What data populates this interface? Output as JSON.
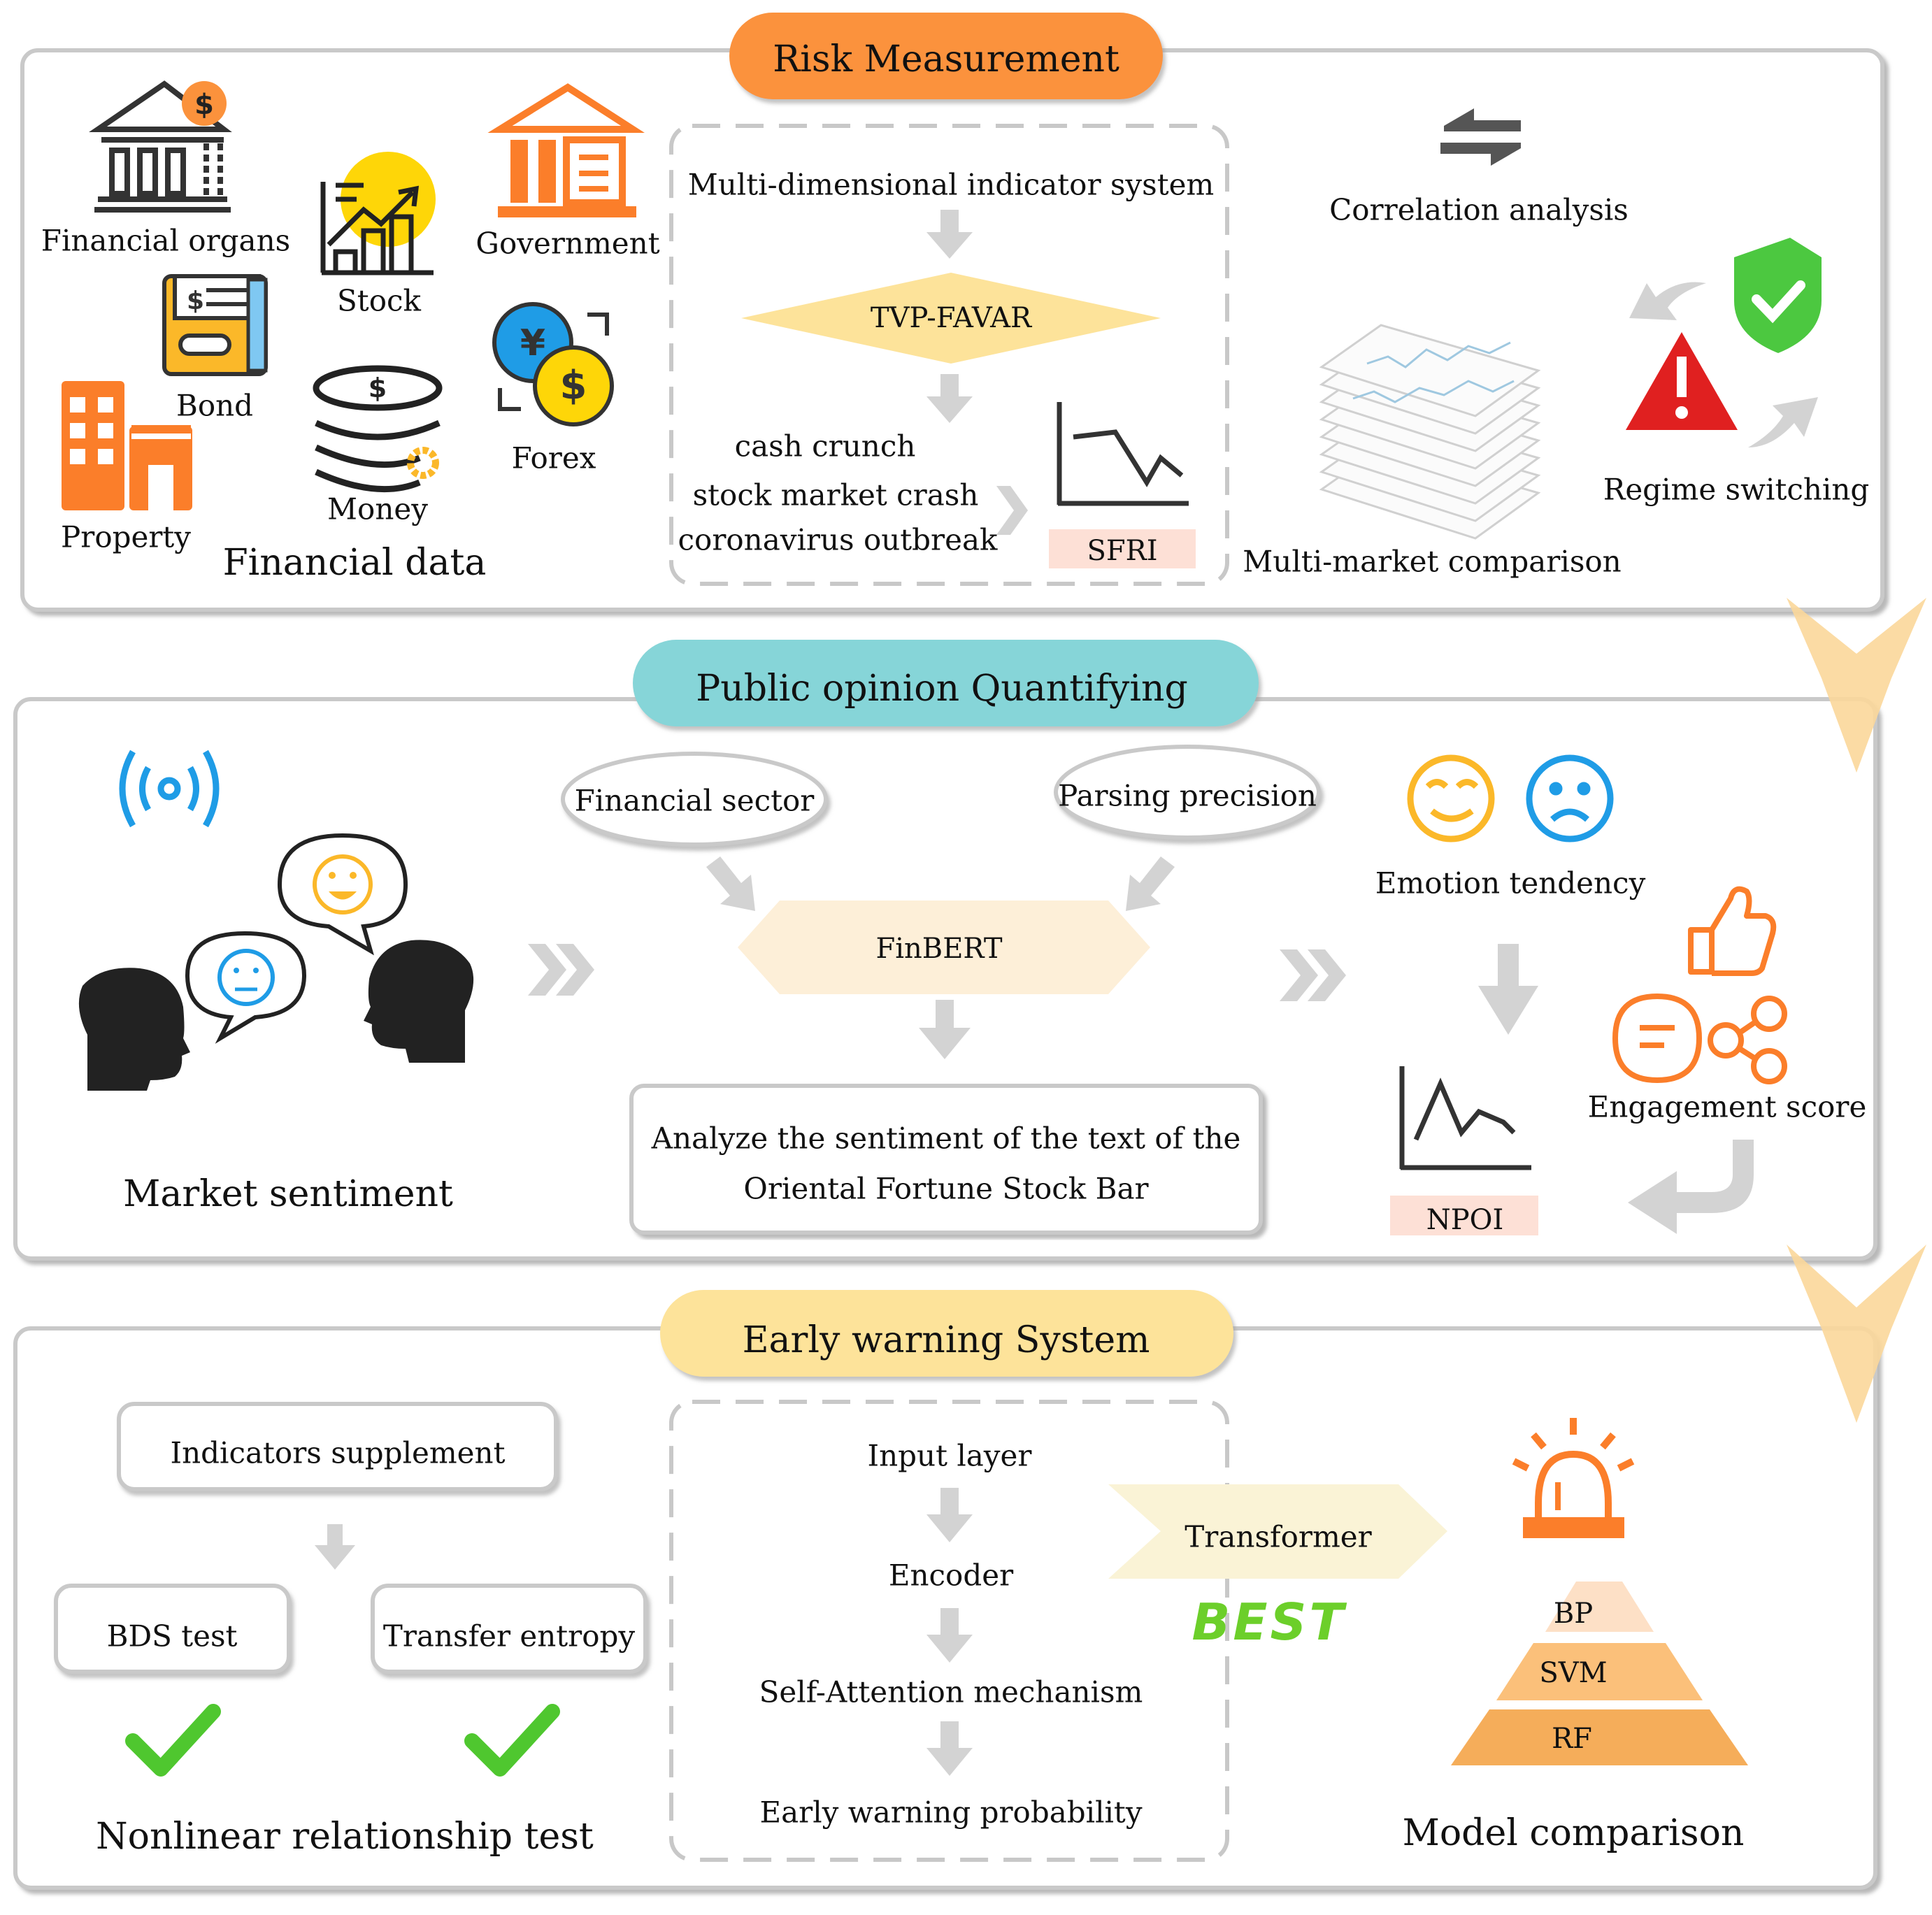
{
  "colors": {
    "risk_pill": "#fb923c",
    "opinion_pill": "#86d5d8",
    "warning_pill": "#fde39a",
    "orange_icon": "#fb7e2a",
    "cyan_icon": "#1f9ce6",
    "flow_arrow": "#fbd79a",
    "gray_arrow": "#d0d0d0",
    "check_green": "#4fc72f",
    "alert_red": "#e02020",
    "shield_green": "#4cc840",
    "best_green": "#6ccf2a"
  },
  "section1": {
    "title": "Risk Measurement",
    "data_sources": {
      "financial_organs": "Financial organs",
      "stock": "Stock",
      "government": "Government",
      "bond": "Bond",
      "property": "Property",
      "money": "Money",
      "forex": "Forex",
      "caption": "Financial data"
    },
    "method": {
      "indicator_system": "Multi-dimensional indicator system",
      "model": "TVP-FAVAR",
      "events": [
        "cash crunch",
        "stock market crash",
        "coronavirus outbreak"
      ],
      "index": "SFRI"
    },
    "analysis": {
      "correlation": "Correlation analysis",
      "multi_market": "Multi-market comparison",
      "regime": "Regime switching"
    }
  },
  "section2": {
    "title": "Public opinion Quantifying",
    "market_sentiment": "Market sentiment",
    "financial_sector": "Financial sector",
    "parsing_precision": "Parsing precision",
    "model": "FinBERT",
    "analyze_line1": "Analyze the sentiment of the text of the",
    "analyze_line2": "Oriental Fortune Stock Bar",
    "emotion_tendency": "Emotion tendency",
    "engagement_score": "Engagement score",
    "index": "NPOI"
  },
  "section3": {
    "title": "Early warning System",
    "indicators_supplement": "Indicators supplement",
    "bds_test": "BDS test",
    "transfer_entropy": "Transfer entropy",
    "nonlinear_test": "Nonlinear relationship test",
    "layers": [
      "Input layer",
      "Encoder",
      "Self-Attention mechanism",
      "Early warning probability"
    ],
    "transformer": "Transformer",
    "best": "BEST",
    "pyramid": [
      "BP",
      "SVM",
      "RF"
    ],
    "model_comparison": "Model comparison"
  }
}
